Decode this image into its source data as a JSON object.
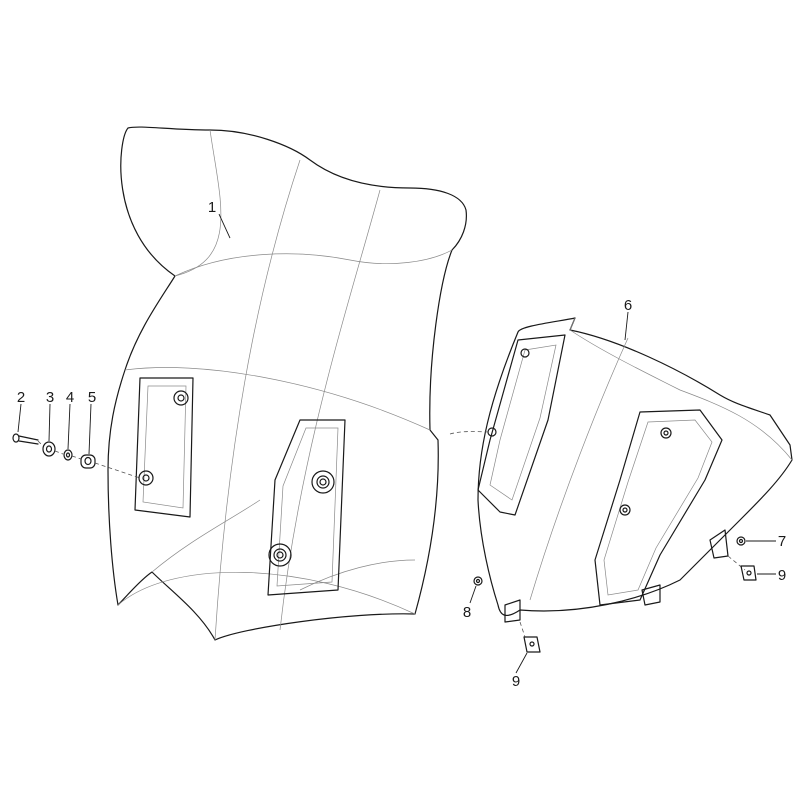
{
  "diagram": {
    "callouts": [
      {
        "id": "1",
        "label": "1"
      },
      {
        "id": "2",
        "label": "2"
      },
      {
        "id": "3",
        "label": "3"
      },
      {
        "id": "4",
        "label": "4"
      },
      {
        "id": "5",
        "label": "5"
      },
      {
        "id": "6",
        "label": "6"
      },
      {
        "id": "7",
        "label": "7"
      },
      {
        "id": "8",
        "label": "8"
      },
      {
        "id": "9a",
        "label": "9"
      },
      {
        "id": "9b",
        "label": "9"
      }
    ],
    "colors": {
      "line": "#1a1a1a",
      "detail": "#8a8a8a",
      "background": "#ffffff"
    }
  }
}
